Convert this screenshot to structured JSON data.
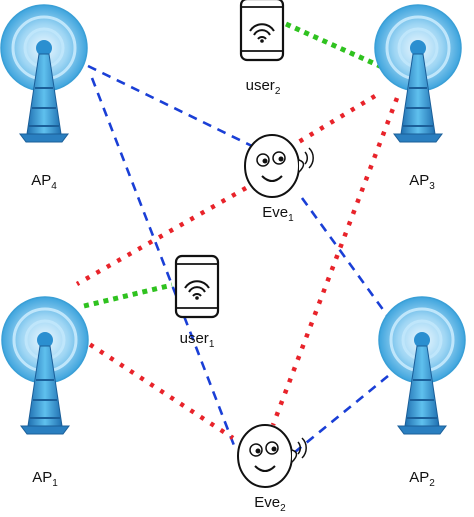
{
  "colors": {
    "eavesdrop_link": "#1a3fd6",
    "jamming_link": "#e8232a",
    "legit_link": "#2fc21f",
    "ap_sky": "#4fb3e6",
    "ap_mast": "#2a88c8"
  },
  "nodes": {
    "ap1": {
      "label": "AP",
      "sub": "1",
      "icon": "access-point-icon"
    },
    "ap2": {
      "label": "AP",
      "sub": "2",
      "icon": "access-point-icon"
    },
    "ap3": {
      "label": "AP",
      "sub": "3",
      "icon": "access-point-icon"
    },
    "ap4": {
      "label": "AP",
      "sub": "4",
      "icon": "access-point-icon"
    },
    "user1": {
      "label": "user",
      "sub": "1",
      "icon": "smartphone-wifi-icon"
    },
    "user2": {
      "label": "user",
      "sub": "2",
      "icon": "smartphone-wifi-icon"
    },
    "eve1": {
      "label": "Eve",
      "sub": "1",
      "icon": "eavesdropper-face-icon"
    },
    "eve2": {
      "label": "Eve",
      "sub": "2",
      "icon": "eavesdropper-face-icon"
    }
  },
  "links": [
    {
      "from": "ap4",
      "to": "eve1",
      "style": "eavesdrop"
    },
    {
      "from": "ap4",
      "to": "eve2",
      "style": "eavesdrop"
    },
    {
      "from": "ap3",
      "to": "eve1",
      "style": "jamming"
    },
    {
      "from": "ap3",
      "to": "eve2",
      "style": "jamming"
    },
    {
      "from": "ap3",
      "to": "user2",
      "style": "legit"
    },
    {
      "from": "eve1",
      "to": "ap1",
      "style": "jamming"
    },
    {
      "from": "eve1",
      "to": "ap2",
      "style": "eavesdrop"
    },
    {
      "from": "ap1",
      "to": "user1",
      "style": "legit"
    },
    {
      "from": "ap1",
      "to": "eve2",
      "style": "jamming"
    },
    {
      "from": "ap2",
      "to": "eve2",
      "style": "eavesdrop"
    }
  ]
}
